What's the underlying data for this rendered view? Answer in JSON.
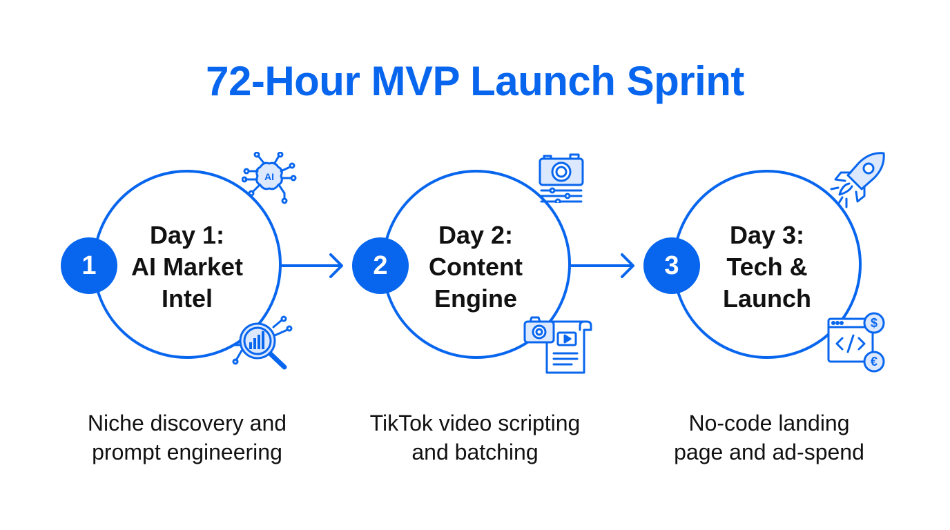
{
  "colors": {
    "accent": "#0866ee",
    "text": "#111111",
    "background": "#ffffff"
  },
  "title": "72-Hour MVP Launch Sprint",
  "steps": [
    {
      "number": "1",
      "heading": [
        "Day 1:",
        "AI Market",
        "Intel"
      ],
      "caption": [
        "Niche discovery and",
        "prompt engineering"
      ],
      "icons": [
        "ai-brain-icon",
        "magnifier-chart-icon"
      ],
      "icon_text": "AI"
    },
    {
      "number": "2",
      "heading": [
        "Day 2:",
        "Content",
        "Engine"
      ],
      "caption": [
        "TikTok video scripting",
        "and batching"
      ],
      "icons": [
        "camera-sliders-icon",
        "camera-script-icon"
      ]
    },
    {
      "number": "3",
      "heading": [
        "Day 3:",
        "Tech &",
        "Launch"
      ],
      "caption": [
        "No-code landing",
        "page and ad-spend"
      ],
      "icons": [
        "rocket-icon",
        "code-window-currency-icon"
      ]
    }
  ]
}
